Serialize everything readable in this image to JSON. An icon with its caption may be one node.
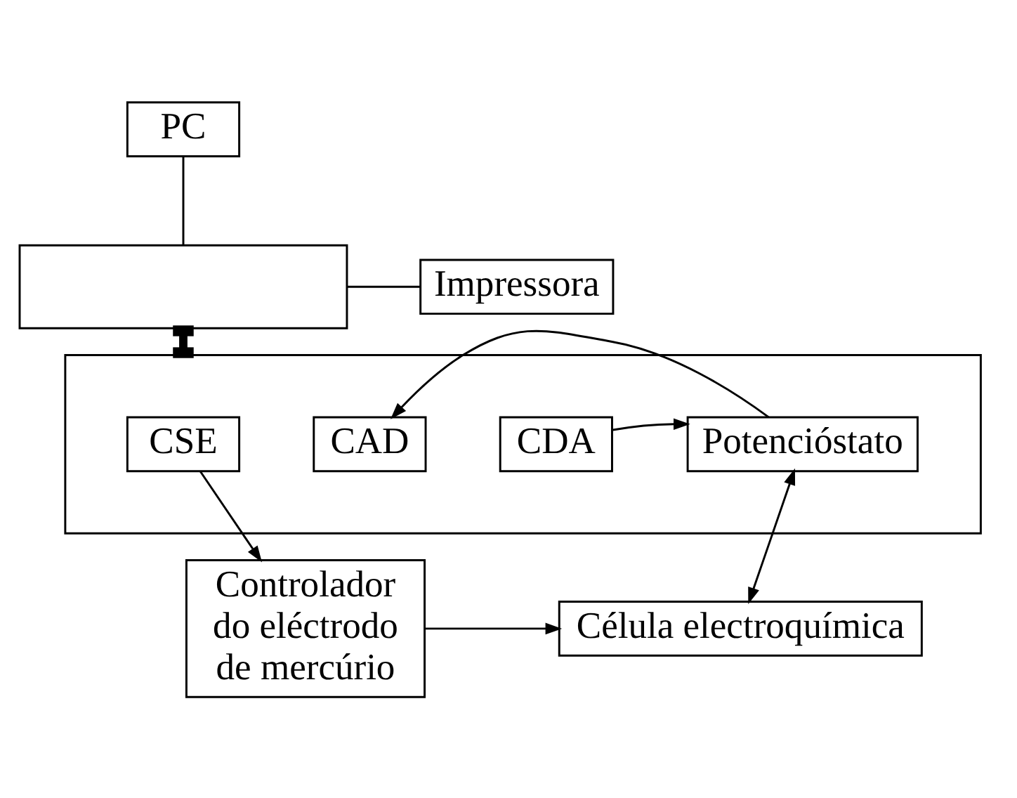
{
  "diagram": {
    "nodes": [
      {
        "text": [
          "PC"
        ]
      },
      {
        "text": [],
        "shape": "box"
      },
      {
        "text": [
          "Impressora"
        ]
      },
      {
        "text": [],
        "shape": "box"
      },
      {
        "text": [
          "CSE"
        ],
        "in": 3
      },
      {
        "text": [
          "CAD"
        ],
        "in": 3
      },
      {
        "text": [
          "CDA"
        ],
        "in": 3
      },
      {
        "text": [
          "Potencióstato"
        ],
        "in": 3
      },
      {
        "text": [
          "Controlador do eléctrodo de mercúrio"
        ]
      },
      {
        "text": [
          "Célula electroquímica"
        ]
      }
    ],
    "edges": [
      {
        "from": 0,
        "to": 1,
        "arrow": "none"
      },
      {
        "from": 1,
        "to": 2,
        "arrow": "none"
      },
      {
        "from": 1,
        "to": 3,
        "arrow": "other",
        "style": "thick"
      },
      {
        "from": 7,
        "to": 5,
        "arrow": "to"
      },
      {
        "from": 6,
        "to": 7,
        "arrow": "to"
      },
      {
        "from": 4,
        "to": 8,
        "arrow": "to"
      },
      {
        "from": 8,
        "to": 9,
        "arrow": "to"
      },
      {
        "from": 7,
        "to": 9,
        "arrow": "both"
      }
    ]
  }
}
